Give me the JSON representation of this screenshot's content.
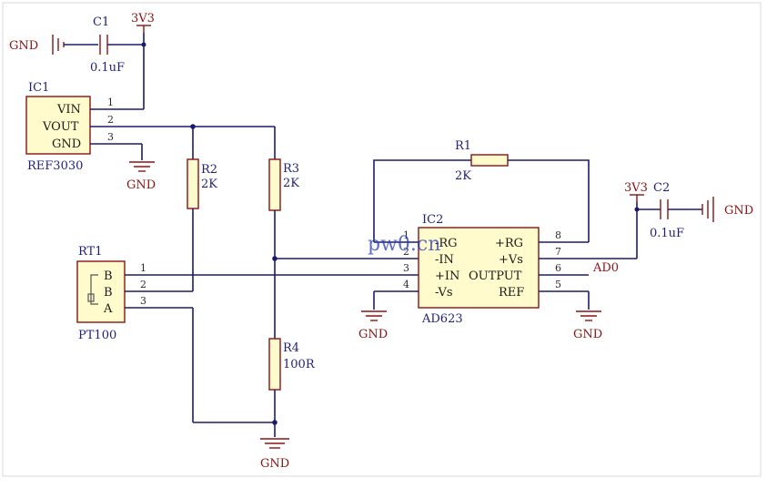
{
  "power": {
    "gnd": "GND",
    "v33": "3V3"
  },
  "capacitors": {
    "c1": {
      "ref": "C1",
      "value": "0.1uF"
    },
    "c2": {
      "ref": "C2",
      "value": "0.1uF"
    }
  },
  "ic1": {
    "ref": "IC1",
    "part": "REF3030",
    "pins": [
      {
        "num": "1",
        "name": "VIN"
      },
      {
        "num": "2",
        "name": "VOUT"
      },
      {
        "num": "3",
        "name": "GND"
      }
    ]
  },
  "resistors": {
    "r1": {
      "ref": "R1",
      "value": "2K"
    },
    "r2": {
      "ref": "R2",
      "value": "2K"
    },
    "r3": {
      "ref": "R3",
      "value": "2K"
    },
    "r4": {
      "ref": "R4",
      "value": "100R"
    }
  },
  "rt1": {
    "ref": "RT1",
    "part": "PT100",
    "pins": [
      {
        "num": "1",
        "name": "B"
      },
      {
        "num": "2",
        "name": "B"
      },
      {
        "num": "3",
        "name": "A"
      }
    ]
  },
  "ic2": {
    "ref": "IC2",
    "part": "AD623",
    "left_pins": [
      {
        "num": "1",
        "name": "-RG"
      },
      {
        "num": "2",
        "name": "-IN"
      },
      {
        "num": "3",
        "name": "+IN"
      },
      {
        "num": "4",
        "name": "-Vs"
      }
    ],
    "right_pins": [
      {
        "num": "8",
        "name": "+RG"
      },
      {
        "num": "7",
        "name": "+Vs"
      },
      {
        "num": "6",
        "name": "OUTPUT"
      },
      {
        "num": "5",
        "name": "REF"
      }
    ]
  },
  "nets": {
    "ad0": "AD0"
  },
  "watermark": "pw0.cn",
  "colors": {
    "wire": "#1b1b6e",
    "part_outline": "#8a1212",
    "part_fill": "#fffbcc",
    "label_blue": "#1f1f7a",
    "label_red": "#8a1212"
  }
}
